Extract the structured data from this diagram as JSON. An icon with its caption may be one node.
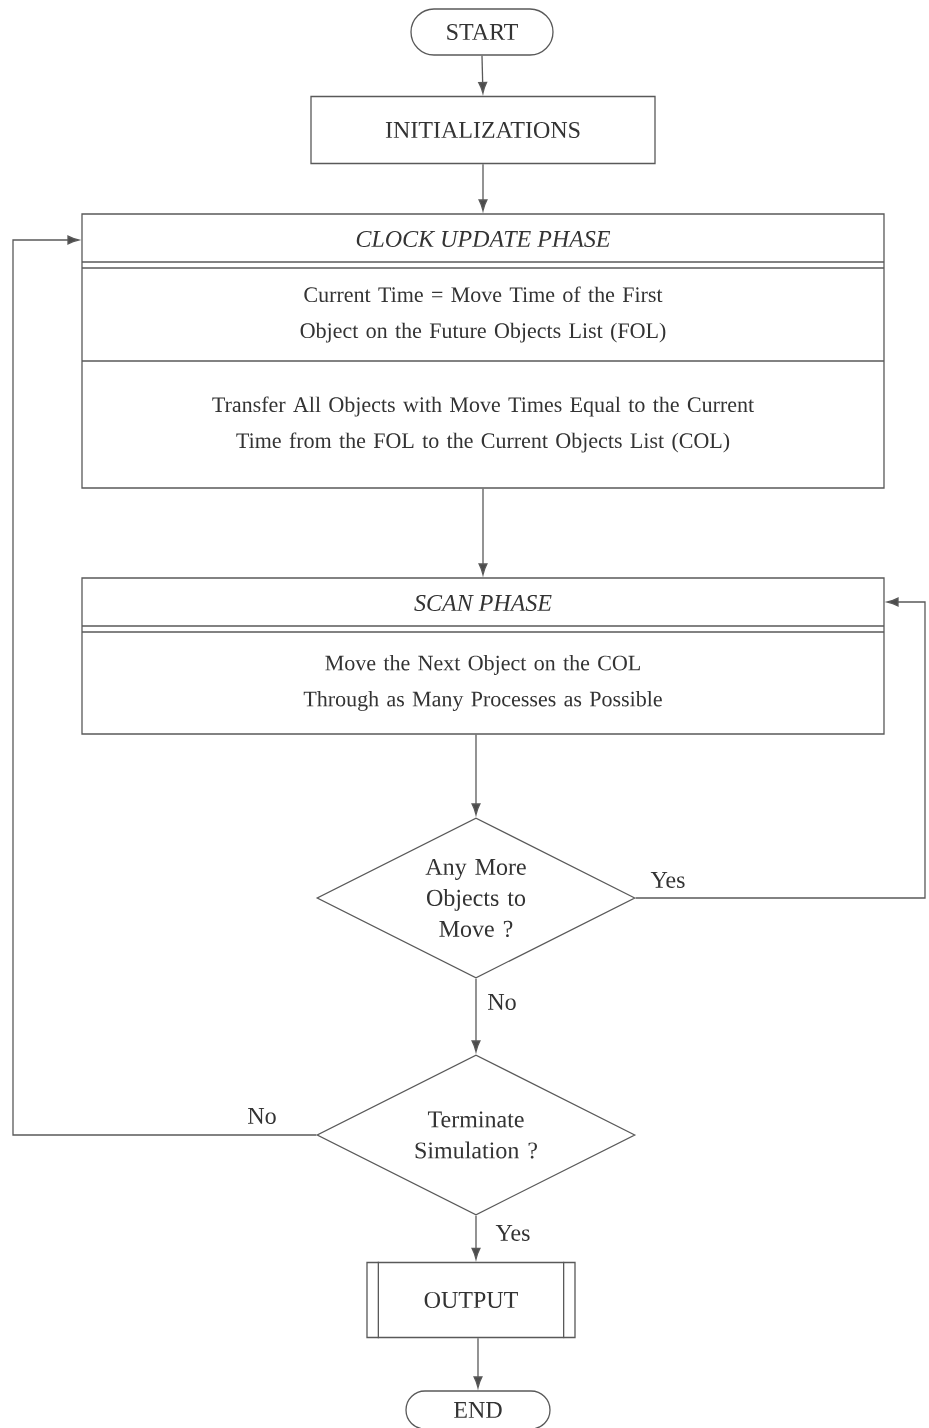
{
  "diagram": {
    "nodes": [
      {
        "text": [
          "START"
        ]
      },
      {
        "text": [
          "INITIALIZATIONS"
        ]
      },
      {
        "text": [
          "CLOCK UPDATE PHASE",
          "Current Time = Move Time of the First Object on the Future Objects List (FOL)",
          "Transfer All Objects with Move Times Equal to the Current Time from the FOL to the Current Objects List (COL)"
        ]
      },
      {
        "text": [
          "SCAN PHASE",
          "Move the Next Object on the COL Through as Many Processes as Possible"
        ]
      },
      {
        "text": [
          "Any More Objects to Move ?"
        ]
      },
      {
        "text": [
          "Terminate Simulation ?"
        ]
      },
      {
        "text": [
          "OUTPUT"
        ]
      },
      {
        "text": [
          "END"
        ]
      }
    ],
    "edges": [
      {
        "from": 0,
        "to": 1,
        "arrow": "to"
      },
      {
        "from": 1,
        "to": 2,
        "arrow": "to"
      },
      {
        "from": 2,
        "to": 3,
        "arrow": "to"
      },
      {
        "from": 3,
        "to": 4,
        "arrow": "to"
      },
      {
        "from": 4,
        "to": 3,
        "arrow": "to",
        "label": "Yes"
      },
      {
        "from": 4,
        "to": 5,
        "arrow": "to",
        "label": "No"
      },
      {
        "from": 5,
        "to": 2,
        "arrow": "to",
        "label": "No"
      },
      {
        "from": 5,
        "to": 6,
        "arrow": "to",
        "label": "Yes"
      },
      {
        "from": 6,
        "to": 7,
        "arrow": "to"
      }
    ]
  }
}
